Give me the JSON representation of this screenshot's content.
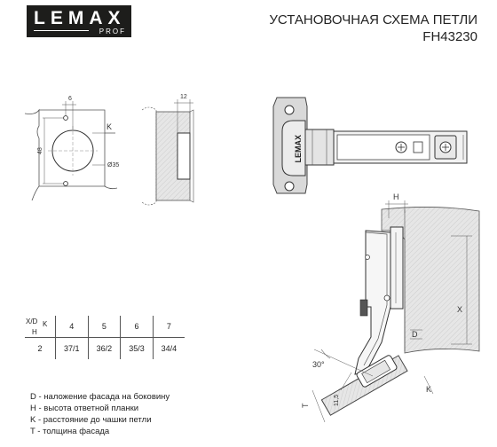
{
  "logo": {
    "main": "LEMAX",
    "sub": "PROF"
  },
  "title": {
    "line1": "УСТАНОВОЧНАЯ СХЕМА ПЕТЛИ",
    "line2": "FH43230"
  },
  "drill_diagram": {
    "dim_6": "6",
    "dim_48": "48",
    "label_k": "K",
    "dim_d35": "Ø35"
  },
  "side_diagram": {
    "dim_12": "12"
  },
  "hinge_logo": "LEMAX",
  "install_diagram": {
    "label_h": "H",
    "label_x": "X",
    "label_d": "D",
    "angle": "30°",
    "dim_11_5": "11,5",
    "label_t": "T",
    "label_k": "K"
  },
  "table": {
    "corner": {
      "xd": "X/D",
      "k": "K",
      "h": "H"
    },
    "k_values": [
      "4",
      "5",
      "6",
      "7"
    ],
    "row": {
      "h": "2",
      "values": [
        "37/1",
        "36/2",
        "35/3",
        "34/4"
      ]
    }
  },
  "legend": [
    "D - наложение фасада на боковину",
    "H - высота ответной планки",
    "K - расстояние до чашки петли",
    "T - толщина фасада"
  ]
}
